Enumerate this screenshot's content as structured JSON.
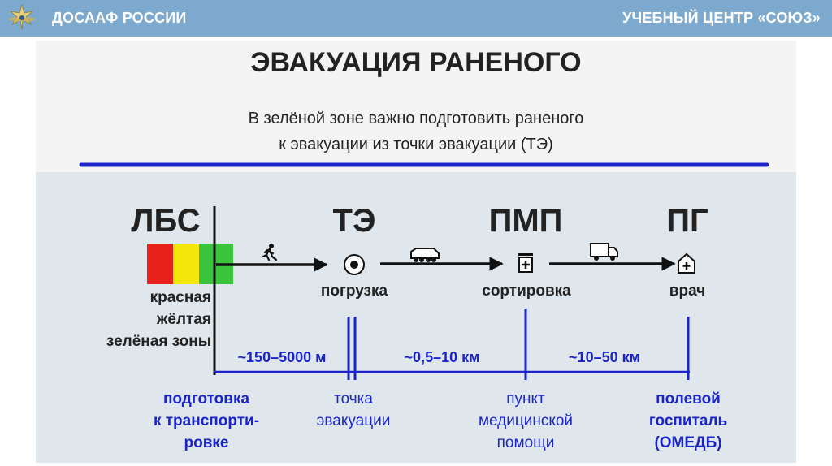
{
  "header": {
    "left_title": "ДОСААФ РОССИИ",
    "right_title": "УЧЕБНЫЙ ЦЕНТР «СОЮЗ»",
    "logo_icon": "dosaaf-emblem-icon",
    "background_color": "#7ea9ce"
  },
  "slide": {
    "title": "ЭВАКУАЦИЯ РАНЕНОГО",
    "subtitle_line1": "В зелёной зоне важно подготовить раненого",
    "subtitle_line2": "к эвакуации из точки эвакуации (ТЭ)",
    "divider_color": "#1a24c9"
  },
  "diagram": {
    "stages": {
      "lbs": "ЛБС",
      "te": "ТЭ",
      "pmp": "ПМП",
      "pg": "ПГ"
    },
    "zone_colors": [
      "#e8211c",
      "#f5e60b",
      "#3bc53b"
    ],
    "zone_labels": [
      "красная",
      "жёлтая",
      "зелёная зоны"
    ],
    "actions": {
      "te": "погрузка",
      "pmp": "сортировка",
      "pg": "врач"
    },
    "transport_icons": [
      "running-soldier-icon",
      "armored-vehicle-icon",
      "truck-icon"
    ],
    "point_icons": [
      "target-point-icon",
      "first-aid-kit-icon",
      "hospital-icon"
    ],
    "distances": [
      "~150–5000 м",
      "~0,5–10 км",
      "~10–50 км"
    ],
    "bottom_labels": {
      "lbs": [
        "подготовка",
        "к транспорти-",
        "ровке"
      ],
      "te": [
        "точка",
        "эвакуации"
      ],
      "pmp": [
        "пункт",
        "медицинской",
        "помощи"
      ],
      "pg": [
        "полевой",
        "госпиталь",
        "(ОМЕДБ)"
      ]
    },
    "accent_color": "#1a24c9"
  }
}
